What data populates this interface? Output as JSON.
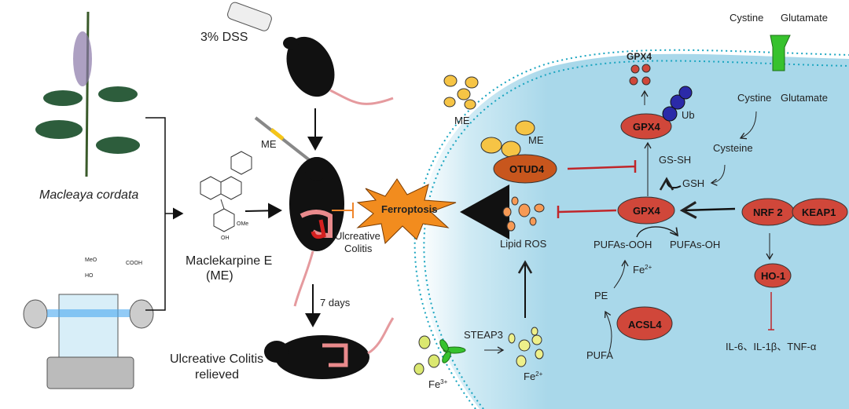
{
  "left": {
    "plant_label": "Macleaya cordata",
    "dss_label": "3% DSS",
    "me_injection_label": "ME",
    "compound_name": "Maclekarpine E",
    "compound_abbr": "(ME)",
    "compound_substituents": [
      "OMe",
      "OH"
    ],
    "extract_substituents": [
      "MeO",
      "HO",
      "COOH"
    ],
    "colitis_label_1": "Ulcreative",
    "colitis_label_2": "Colitis",
    "duration_label": "7 days",
    "relieved_label_1": "Ulcreative Colitis",
    "relieved_label_2": "relieved"
  },
  "ferroptosis_label": "Ferroptosis",
  "cell": {
    "me_label_outside": "ME",
    "me_label_inside": "ME",
    "otud4": "OTUD4",
    "gpx4_degraded": "GPX4",
    "gpx4_ub": "GPX4",
    "ub": "Ub",
    "cystine_out": "Cystine",
    "glutamate_out": "Glutamate",
    "cystine_in": "Cystine",
    "glutamate_in": "Glutamate",
    "cysteine": "Cysteine",
    "gs_sh": "GS-SH",
    "gsh": "GSH",
    "gpx4_main": "GPX4",
    "nrf2": "NRF 2",
    "keap1": "KEAP1",
    "ho1": "HO-1",
    "cytokines": "IL-6、IL-1β、TNF-α",
    "lipid_ros": "Lipid ROS",
    "pufas_ooh": "PUFAs-OOH",
    "pufas_oh": "PUFAs-OH",
    "fe2_pe": "Fe",
    "fe2_pe_sup": "2+",
    "pe": "PE",
    "acsl4": "ACSL4",
    "pufa": "PUFA",
    "steap3": "STEAP3",
    "fe3": "Fe",
    "fe3_sup": "3+",
    "fe2": "Fe",
    "fe2_sup": "2+"
  },
  "colors": {
    "cell_fill": "#a9d8ea",
    "membrane": "#1aa5c0",
    "enzyme": "#d0473a",
    "otud4": "#c8561d",
    "ferroptosis": "#f28c1e",
    "inhibit": "#c0262a",
    "ub": "#2b2aa8",
    "transporter": "#37c22d"
  }
}
